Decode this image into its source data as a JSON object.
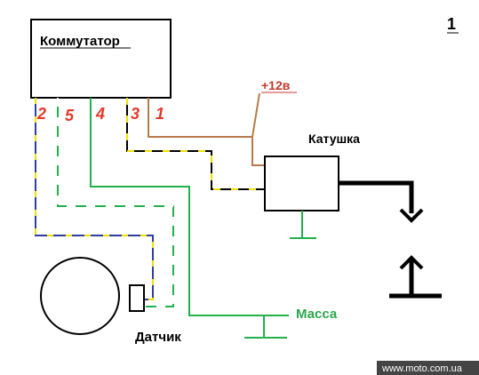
{
  "diagram": {
    "page_number": "1",
    "commutator_label": "Коммутатор",
    "coil_label": "Катушка",
    "sensor_label": "Датчик",
    "ground_label": "Масса",
    "supply_label": "+12в",
    "watermark": "www.moto.com.ua",
    "pins": {
      "pin2": "2",
      "pin5": "5",
      "pin4": "4",
      "pin3": "3",
      "pin1": "1"
    }
  },
  "colors": {
    "pin_number": "#e23a2a",
    "supply_text": "#c0392b",
    "ground_text": "#2aa84a",
    "brown_wire": "#b87a4b",
    "green_wire": "#22b14c",
    "blue_wire": "#2f3fa0",
    "yellow_dash": "#f0e000",
    "black": "#000000"
  }
}
